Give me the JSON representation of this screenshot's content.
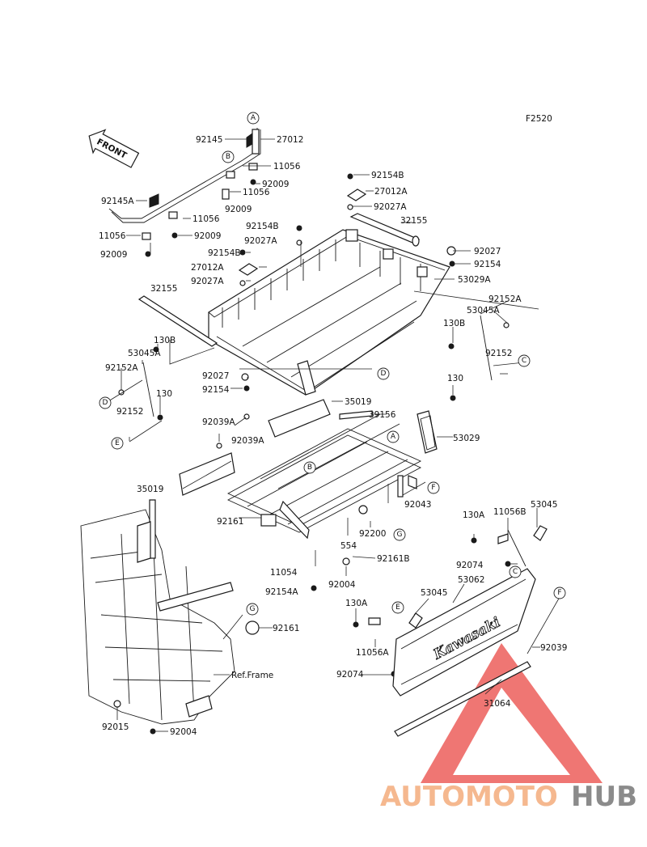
{
  "figure_code": "F2520",
  "front_label": "FRONT",
  "frame_ref": "Ref.Frame",
  "tailgate_brand": "Kawasaki",
  "watermark": {
    "text_a": "AUTOMOTO",
    "text_b": "HUB",
    "color_a": "#f4b183",
    "color_b": "#7f7f7f",
    "triangle_color": "#e8413c"
  },
  "callouts": {
    "A": "A",
    "B": "B",
    "C": "C",
    "D": "D",
    "E": "E",
    "F": "F",
    "G": "G"
  },
  "parts": [
    "92145",
    "27012",
    "11056",
    "92009",
    "92145A",
    "92154B",
    "27012A",
    "92027A",
    "32155",
    "92027",
    "92154",
    "53029A",
    "92152A",
    "53045A",
    "130B",
    "92152",
    "130",
    "35019",
    "39156",
    "53029",
    "92039A",
    "92043",
    "92161",
    "554",
    "92200",
    "11054",
    "92154A",
    "92004",
    "92161B",
    "130A",
    "11056B",
    "53045",
    "92074",
    "53062",
    "11056A",
    "92039",
    "31064",
    "92015"
  ]
}
